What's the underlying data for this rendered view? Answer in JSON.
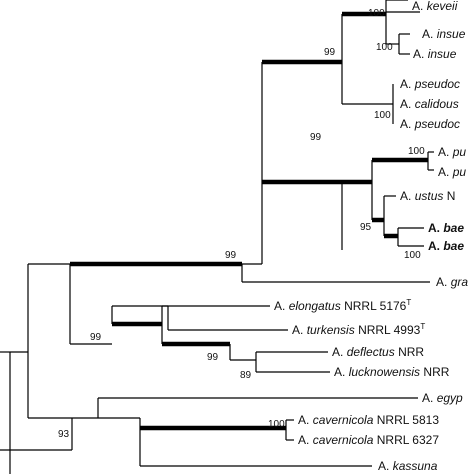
{
  "taxa": [
    {
      "id": "t1",
      "genus": "A.",
      "epithet": "keveii",
      "strain": "",
      "sup": "",
      "bold": false
    },
    {
      "id": "t2",
      "genus": "A.",
      "epithet": "insue",
      "strain": "",
      "sup": "",
      "bold": false
    },
    {
      "id": "t3",
      "genus": "A.",
      "epithet": "insue",
      "strain": "",
      "sup": "",
      "bold": false
    },
    {
      "id": "t4",
      "genus": "A.",
      "epithet": "pseudoc",
      "strain": "",
      "sup": "",
      "bold": false
    },
    {
      "id": "t5",
      "genus": "A.",
      "epithet": "calidous",
      "strain": "",
      "sup": "",
      "bold": false
    },
    {
      "id": "t6",
      "genus": "A.",
      "epithet": "pseudoc",
      "strain": "",
      "sup": "",
      "bold": false
    },
    {
      "id": "t7",
      "genus": "A.",
      "epithet": "pu",
      "strain": "",
      "sup": "",
      "bold": false
    },
    {
      "id": "t8",
      "genus": "A.",
      "epithet": "pu",
      "strain": "",
      "sup": "",
      "bold": false
    },
    {
      "id": "t9",
      "genus": "A.",
      "epithet": "ustus",
      "strain": "N",
      "sup": "",
      "bold": false
    },
    {
      "id": "t10",
      "genus": "A.",
      "epithet": "bae",
      "strain": "",
      "sup": "",
      "bold": true
    },
    {
      "id": "t11",
      "genus": "A.",
      "epithet": "bae",
      "strain": "",
      "sup": "",
      "bold": true
    },
    {
      "id": "t12",
      "genus": "A.",
      "epithet": "gra",
      "strain": "",
      "sup": "",
      "bold": false
    },
    {
      "id": "t13",
      "genus": "A.",
      "epithet": "elongatus",
      "strain": "NRRL 5176",
      "sup": "T",
      "bold": false
    },
    {
      "id": "t14",
      "genus": "A.",
      "epithet": "turkensis",
      "strain": "NRRL 4993",
      "sup": "T",
      "bold": false
    },
    {
      "id": "t15",
      "genus": "A.",
      "epithet": "deflectus",
      "strain": "NRR",
      "sup": "",
      "bold": false
    },
    {
      "id": "t16",
      "genus": "A.",
      "epithet": "lucknowensis",
      "strain": "NRR",
      "sup": "",
      "bold": false
    },
    {
      "id": "t17",
      "genus": "A.",
      "epithet": "egyp",
      "strain": "",
      "sup": "",
      "bold": false
    },
    {
      "id": "t18",
      "genus": "A.",
      "epithet": "cavernicola",
      "strain": "NRRL 5813",
      "sup": "",
      "bold": false
    },
    {
      "id": "t19",
      "genus": "A.",
      "epithet": "cavernicola",
      "strain": "NRRL 6327",
      "sup": "",
      "bold": false
    },
    {
      "id": "t20",
      "genus": "A.",
      "epithet": "kassuna",
      "strain": "",
      "sup": "",
      "bold": false
    }
  ],
  "support_values": [
    {
      "id": "b1",
      "value": "100"
    },
    {
      "id": "b2",
      "value": "99"
    },
    {
      "id": "b3",
      "value": "100"
    },
    {
      "id": "b4",
      "value": "100"
    },
    {
      "id": "b5",
      "value": "99"
    },
    {
      "id": "b6",
      "value": "95"
    },
    {
      "id": "b7",
      "value": "100"
    },
    {
      "id": "b8",
      "value": "99"
    },
    {
      "id": "b9",
      "value": "99"
    },
    {
      "id": "b10",
      "value": "89"
    },
    {
      "id": "b11",
      "value": "93"
    },
    {
      "id": "b12",
      "value": "100"
    }
  ]
}
